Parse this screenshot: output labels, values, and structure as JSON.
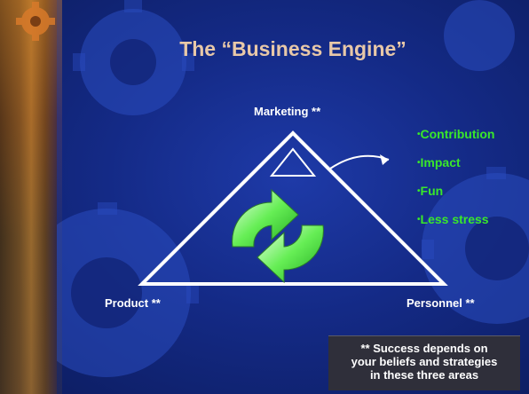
{
  "slide": {
    "title": "The “Business Engine”",
    "vertices": {
      "top": "Marketing **",
      "left": "Product **",
      "right": "Personnel **"
    },
    "benefits": [
      {
        "bullet": "•",
        "text": "Contribution"
      },
      {
        "bullet": "•",
        "text": "Impact"
      },
      {
        "bullet": "•",
        "text": "Fun"
      },
      {
        "bullet": "•",
        "text": "Less stress"
      }
    ],
    "note_lines": [
      "** Success depends on",
      "your beliefs and strategies",
      "in these three areas"
    ],
    "colors": {
      "background": "#142a86",
      "title": "#e8c8a8",
      "benefits": "#39e82a",
      "cycle_arrows": "#44dd44",
      "triangle": "#ffffff"
    },
    "icons": [
      "gear-icon",
      "cycle-arrows-icon",
      "curved-arrow-icon"
    ]
  }
}
